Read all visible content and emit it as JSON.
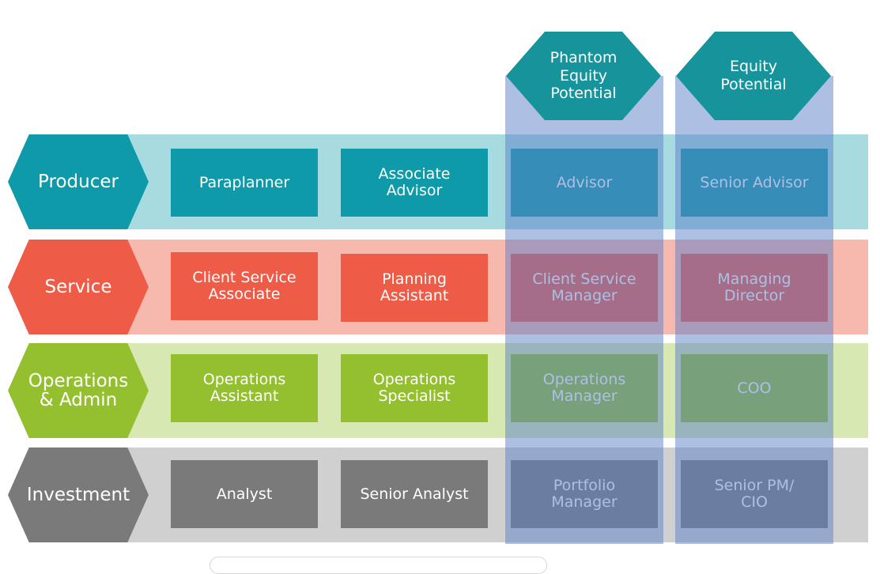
{
  "colors": {
    "producer_dark": "#0f9aa9",
    "producer_light": "#a7dbe0",
    "service_dark": "#ee5b47",
    "service_light": "#f7b8ae",
    "ops_dark": "#94c02f",
    "ops_light": "#d7e8b2",
    "invest_dark": "#7a7a7a",
    "invest_light": "#d0d0d0",
    "header": "#17949b",
    "column_highlight": "#5c80c8"
  },
  "headers": [
    {
      "label": "Phantom\nEquity\nPotential"
    },
    {
      "label": "Equity\nPotential"
    }
  ],
  "rows": [
    {
      "name": "producer",
      "label": "Producer",
      "roles": [
        "Paraplanner",
        "Associate\nAdvisor",
        "Advisor",
        "Senior Advisor"
      ]
    },
    {
      "name": "service",
      "label": "Service",
      "roles": [
        "Client Service\nAssociate",
        "Planning\nAssistant",
        "Client Service\nManager",
        "Managing\nDirector"
      ]
    },
    {
      "name": "operations",
      "label": "Operations\n& Admin",
      "roles": [
        "Operations\nAssistant",
        "Operations\nSpecialist",
        "Operations\nManager",
        "COO"
      ]
    },
    {
      "name": "investment",
      "label": "Investment",
      "roles": [
        "Analyst",
        "Senior Analyst",
        "Portfolio\nManager",
        "Senior PM/\nCIO"
      ]
    }
  ]
}
